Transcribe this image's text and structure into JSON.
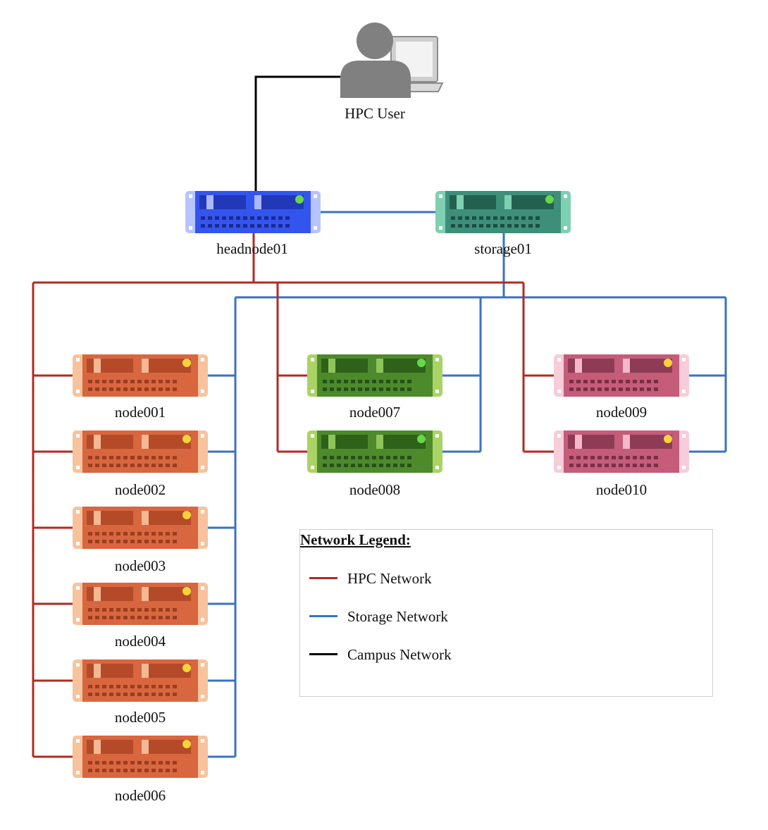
{
  "user": {
    "label": "HPC User",
    "icon": "user-computer-icon"
  },
  "head_node": {
    "label": "headnode01",
    "color": "#3355ee",
    "icon": "server-icon"
  },
  "storage_node": {
    "label": "storage01",
    "color": "#3d8f7a",
    "icon": "server-icon"
  },
  "compute_nodes": [
    {
      "label": "node001",
      "group": "orange"
    },
    {
      "label": "node002",
      "group": "orange"
    },
    {
      "label": "node003",
      "group": "orange"
    },
    {
      "label": "node004",
      "group": "orange"
    },
    {
      "label": "node005",
      "group": "orange"
    },
    {
      "label": "node006",
      "group": "orange"
    },
    {
      "label": "node007",
      "group": "green"
    },
    {
      "label": "node008",
      "group": "green"
    },
    {
      "label": "node009",
      "group": "pink"
    },
    {
      "label": "node010",
      "group": "pink"
    }
  ],
  "colors": {
    "hpc_network": "#b22a22",
    "storage_network": "#3a72c0",
    "campus_network": "#000000",
    "orange_node": "#d8663f",
    "green_node": "#4c8a2c",
    "pink_node": "#c45c7a"
  },
  "legend": {
    "title": "Network Legend:",
    "items": [
      {
        "label": "HPC Network",
        "color": "#b22a22"
      },
      {
        "label": "Storage Network",
        "color": "#3a72c0"
      },
      {
        "label": "Campus Network",
        "color": "#000000"
      }
    ]
  }
}
